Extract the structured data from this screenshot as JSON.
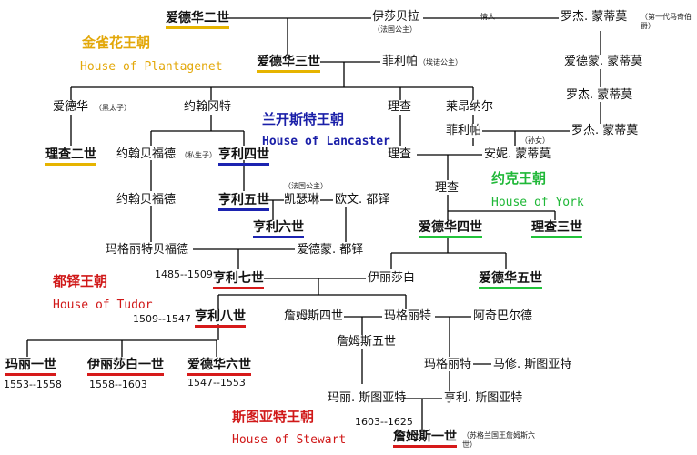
{
  "dynasties": {
    "plantagenet": {
      "zh": "金雀花王朝",
      "en": "House of Plantagenet",
      "color": "#e3a80a"
    },
    "lancaster": {
      "zh": "兰开斯特王朝",
      "en": "House of Lancaster",
      "color": "#1a1fa8"
    },
    "york": {
      "zh": "约克王朝",
      "en": "House of York",
      "color": "#20b838"
    },
    "tudor": {
      "zh": "都铎王朝",
      "en": "House of Tudor",
      "color": "#d01818"
    },
    "stewart": {
      "zh": "斯图亚特王朝",
      "en": "House of Stewart",
      "color": "#d01818"
    }
  },
  "people": {
    "edward2": "爱德华二世",
    "isabella": "伊莎贝拉",
    "roger1": "罗杰. 蒙蒂莫",
    "edward3": "爱德华三世",
    "philippa": "菲利帕",
    "edmund_m": "爱德蒙. 蒙蒂莫",
    "roger2": "罗杰. 蒙蒂莫",
    "roger3": "罗杰. 蒙蒂莫",
    "black_prince": "爱德华",
    "john_gaunt": "约翰冈特",
    "lionel": "理查",
    "leonel": "莱昂纳尔",
    "philippa2": "菲利帕",
    "richard2": "理查二世",
    "john_beaufort1": "约翰贝福德",
    "henry4": "亨利四世",
    "richard_c": "理查",
    "anne": "安妮. 蒙蒂莫",
    "john_beaufort2": "约翰贝福德",
    "henry5": "亨利五世",
    "catherine": "凯瑟琳",
    "owen": "欧文. 都铎",
    "richard_y": "理查",
    "henry6": "亨利六世",
    "edward4": "爱德华四世",
    "richard3": "理查三世",
    "margaret_b": "玛格丽特贝福德",
    "edmund_t": "爱德蒙. 都铎",
    "henry7": "亨利七世",
    "elizabeth_y": "伊丽莎白",
    "edward5": "爱德华五世",
    "henry8": "亨利八世",
    "james4": "詹姆斯四世",
    "margaret_t": "玛格丽特",
    "archibald": "阿奇巴尔德",
    "mary1": "玛丽一世",
    "elizabeth1": "伊丽莎白一世",
    "edward6": "爱德华六世",
    "james5": "詹姆斯五世",
    "margaret_d": "玛格丽特",
    "matthew": "马修. 斯图亚特",
    "mary_s": "玛丽. 斯图亚特",
    "henry_s": "亨利. 斯图亚特",
    "james1": "詹姆斯一世"
  },
  "notes": {
    "isabella": "（法国公主）",
    "lover": "情人",
    "roger1": "（第一代马奇伯爵）",
    "philippa": "（埃诺公主）",
    "black_prince": "（黑太子）",
    "john_beaufort1": "（私生子）",
    "anne": "（孙女）",
    "catherine": "（法国公主）",
    "james1": "（苏格兰国王詹姆斯六世）"
  },
  "years": {
    "henry7": "1485--1509",
    "henry8": "1509--1547",
    "mary1": "1553--1558",
    "elizabeth1": "1558--1603",
    "edward6": "1547--1553",
    "james1": "1603--1625"
  }
}
